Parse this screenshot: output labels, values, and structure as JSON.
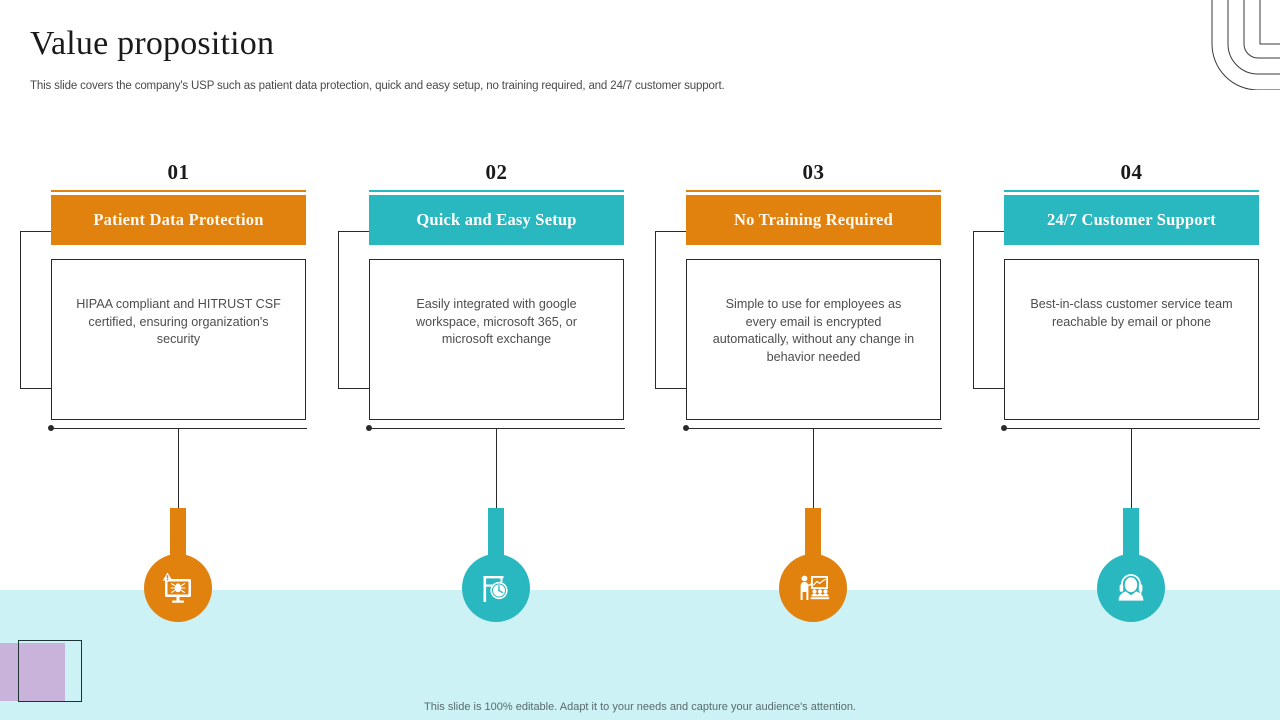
{
  "slide": {
    "title": "Value proposition",
    "subtitle": "This slide covers the company's USP such as patient data protection, quick and easy setup, no training required, and 24/7 customer support.",
    "footer_note": "This slide is 100% editable. Adapt it to your needs and capture your audience's attention."
  },
  "colors": {
    "orange": "#E1820E",
    "teal": "#29B8BF",
    "band": "#CCF2F5",
    "lavender": "#C9B3DA",
    "outline": "#2a2a2a",
    "heading_text": "#1a1a1a",
    "body_text": "#4d4d4d"
  },
  "cards": [
    {
      "number": "01",
      "title": "Patient Data Protection",
      "body": "HIPAA compliant and HITRUST CSF certified, ensuring organization's security",
      "color": "#E1820E",
      "icon": "monitor-bug-icon"
    },
    {
      "number": "02",
      "title": "Quick and Easy Setup",
      "body": "Easily integrated with google workspace, microsoft 365, or microsoft exchange",
      "color": "#29B8BF",
      "icon": "hanging-clock-icon"
    },
    {
      "number": "03",
      "title": "No Training Required",
      "body": "Simple to use for employees as every email is encrypted automatically, without any change in behavior needed",
      "color": "#E1820E",
      "icon": "training-presentation-icon"
    },
    {
      "number": "04",
      "title": "24/7 Customer Support",
      "body": "Best-in-class customer service team reachable by email or phone",
      "color": "#29B8BF",
      "icon": "headset-agent-icon"
    }
  ],
  "decorations": {
    "corner_arcs": "concentric-arcs-decoration",
    "bottom_left": "square-outline-and-lavender-block-decoration"
  }
}
